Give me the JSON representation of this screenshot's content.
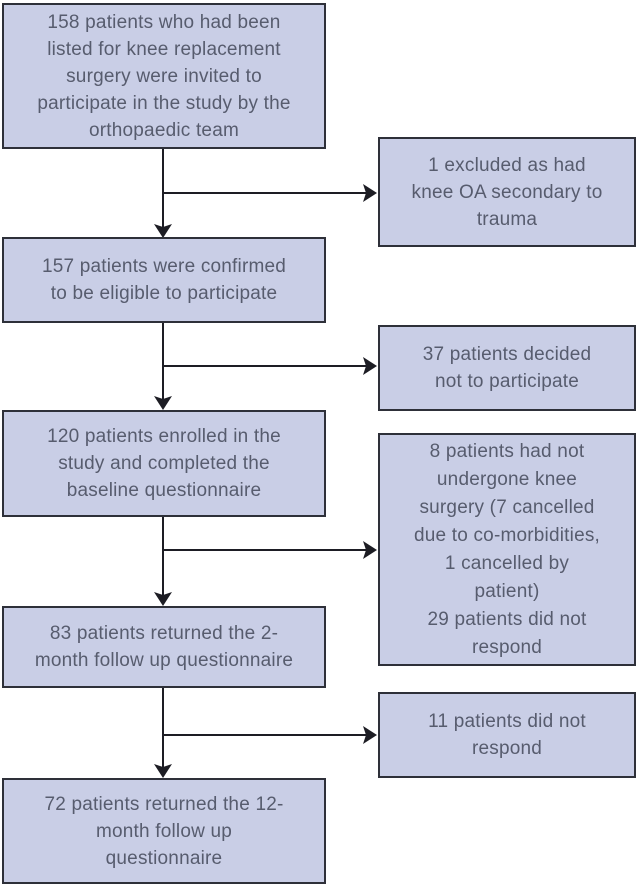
{
  "colors": {
    "background": "#ffffff",
    "box_fill": "#c9cee6",
    "box_border": "#2e3039",
    "text": "#575c6e",
    "arrow": "#1d1d24"
  },
  "flowchart": {
    "main_boxes": [
      "158 patients who had been\nlisted for knee replacement\nsurgery were invited to\nparticipate in the study by the\northopaedic team",
      "157 patients were confirmed\nto be eligible to participate",
      "120 patients enrolled in the\nstudy and completed the\nbaseline questionnaire",
      "83 patients returned the 2-\nmonth follow up questionnaire",
      "72 patients returned the 12-\nmonth follow up\nquestionnaire"
    ],
    "side_boxes": [
      "1 excluded as had\nknee OA secondary to\ntrauma",
      "37 patients decided\nnot to participate",
      "8 patients had not\nundergone knee\nsurgery (7 cancelled\ndue to co-morbidities,\n1 cancelled by\npatient)\n29 patients did not\nrespond",
      "11 patients did not\nrespond"
    ]
  }
}
